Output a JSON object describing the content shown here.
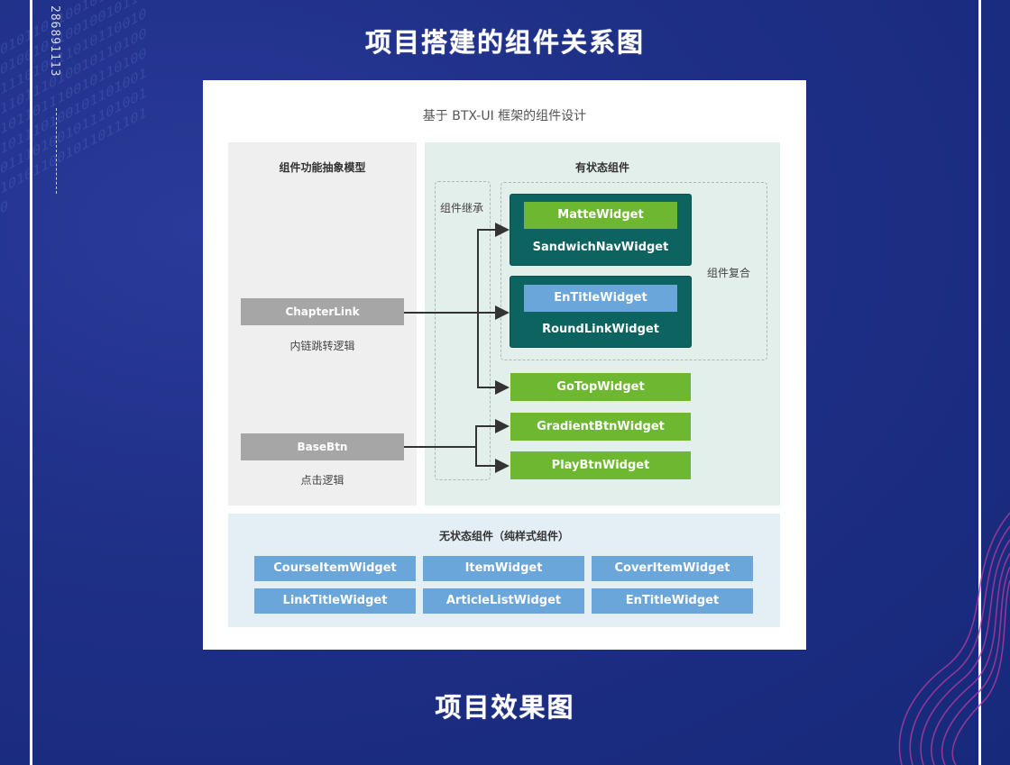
{
  "page": {
    "side_code": "286891113",
    "heading_top": "项目搭建的组件关系图",
    "heading_bottom": "项目效果图"
  },
  "diagram": {
    "title": "基于 BTX-UI 框架的组件设计",
    "left_panel": {
      "title": "组件功能抽象模型",
      "chapter_link": "ChapterLink",
      "chapter_link_note": "内链跳转逻辑",
      "base_btn": "BaseBtn",
      "base_btn_note": "点击逻辑"
    },
    "stateful_panel": {
      "title": "有状态组件",
      "inherit_label": "组件继承",
      "compose_label": "组件复合",
      "sandwich": {
        "inner": "MatteWidget",
        "outer": "SandwichNavWidget"
      },
      "roundlink": {
        "inner": "EnTitleWidget",
        "outer": "RoundLinkWidget"
      },
      "green_items": [
        "GoTopWidget",
        "GradientBtnWidget",
        "PlayBtnWidget"
      ]
    },
    "stateless_panel": {
      "title": "无状态组件（纯样式组件）",
      "items": [
        "CourseItemWidget",
        "ItemWidget",
        "CoverItemWidget",
        "LinkTitleWidget",
        "ArticleListWidget",
        "EnTitleWidget"
      ]
    }
  },
  "colors": {
    "page_bg": "#1e2f86",
    "teal": "#0c6360",
    "green": "#6db830",
    "blue": "#6ba6db",
    "gray": "#a6a6a6"
  }
}
